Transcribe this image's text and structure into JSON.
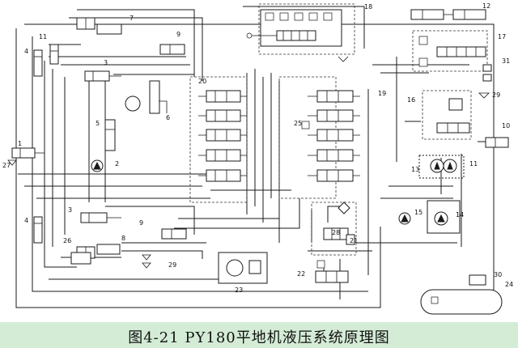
{
  "caption": "图4-21   PY180平地机液压系统原理图",
  "labels": [
    "1",
    "2",
    "3",
    "3",
    "4",
    "4",
    "5",
    "6",
    "7",
    "8",
    "9",
    "9",
    "10",
    "11",
    "11",
    "12",
    "13",
    "14",
    "15",
    "16",
    "17",
    "18",
    "19",
    "20",
    "21",
    "22",
    "23",
    "24",
    "25",
    "26",
    "27",
    "28",
    "29",
    "29",
    "30",
    "31"
  ],
  "colors": {
    "line": "#1a1a1a",
    "background": "#ffffff",
    "caption_band": "#d4ecd6"
  }
}
